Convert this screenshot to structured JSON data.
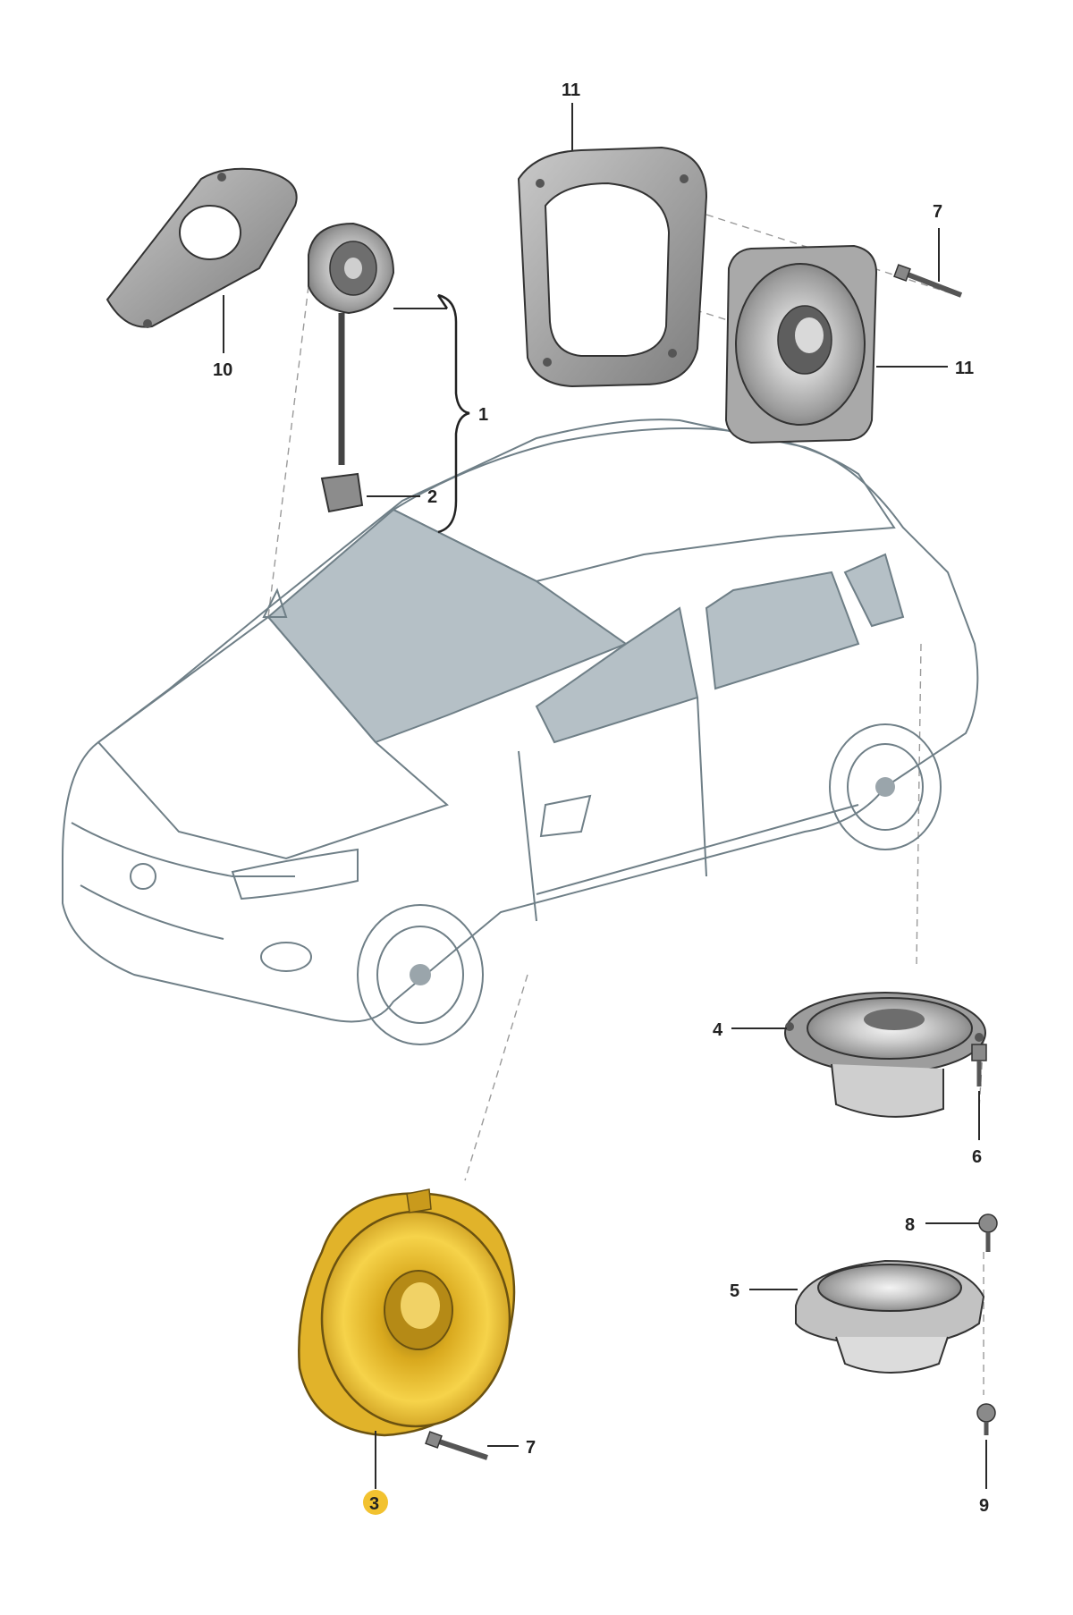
{
  "diagram": {
    "highlight_color": "#f2c230",
    "car_body_color": "#e9edf0",
    "car_glass_color": "#b5c0c6",
    "part_color": "#b8b8b8",
    "callouts": {
      "c1": "1",
      "c2": "2",
      "c3": "3",
      "c4": "4",
      "c5": "5",
      "c6": "6",
      "c7a": "7",
      "c7b": "7",
      "c8": "8",
      "c9": "9",
      "c10": "10",
      "c11a": "11",
      "c11b": "11"
    }
  }
}
